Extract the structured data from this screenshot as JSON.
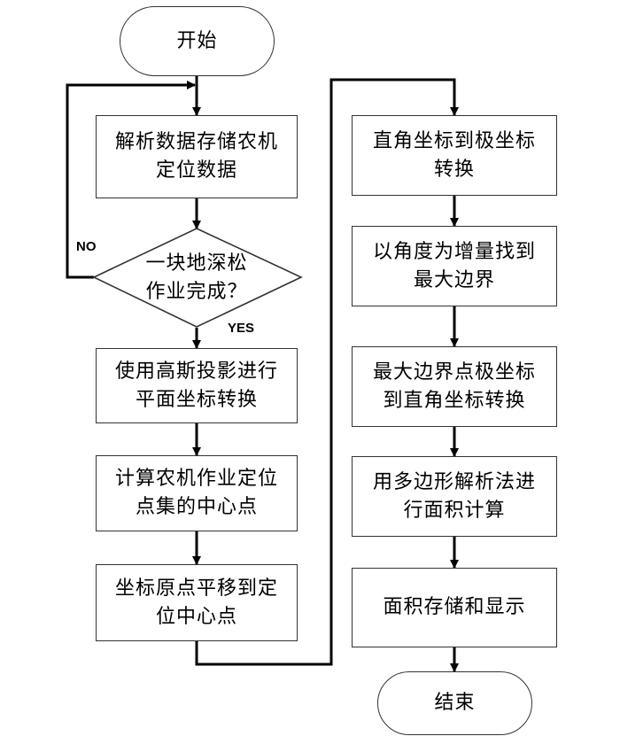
{
  "flowchart": {
    "start": "开始",
    "end": "结束",
    "left_column": {
      "parse": "解析数据存储农机\n定位数据",
      "decision": "一块地深松\n作业完成？",
      "no_label": "NO",
      "yes_label": "YES",
      "projection": "使用高斯投影进行\n平面坐标转换",
      "center": "计算农机作业定位\n点集的中心点",
      "translate": "坐标原点平移到定\n位中心点"
    },
    "right_column": {
      "to_polar": "直角坐标到极坐标\n转换",
      "find_boundary": "以角度为增量找到\n最大边界",
      "to_cartesian": "最大边界点极坐标\n到直角坐标转换",
      "polygon_area": "用多边形解析法进\n行面积计算",
      "store_display": "面积存储和显示"
    }
  }
}
